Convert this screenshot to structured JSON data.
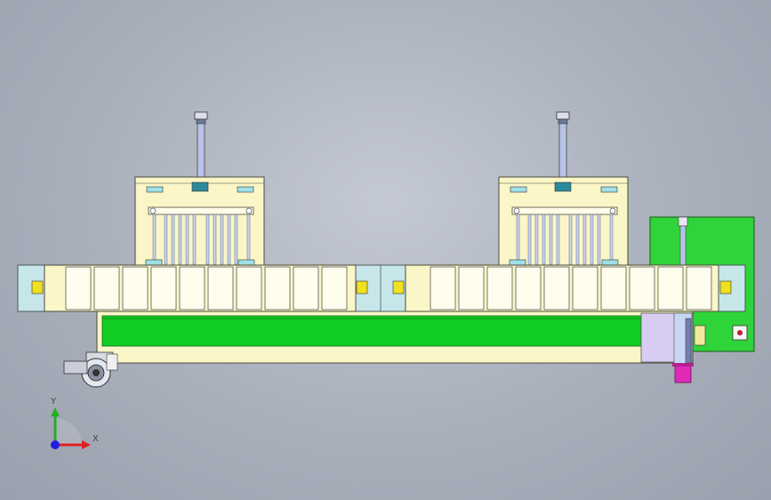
{
  "viewport": {
    "background_top": "#c4c9d3",
    "background_bottom": "#9aa0ad"
  },
  "model": {
    "description_icons": [
      "conveyor-belt",
      "cylinder-press-left",
      "cylinder-press-right",
      "gear-motor",
      "control-box",
      "pink-cylinder"
    ]
  },
  "colors": {
    "frame_yellow": "#fbf6c8",
    "frame_outline": "#4a4a3a",
    "belt_green": "#11cc22",
    "belt_dark": "#0a8a14",
    "panel_green": "#2fd33a",
    "block_teal": "#c7e6ea",
    "lavender": "#d9ccf2",
    "rod_blue": "#b9c3e8",
    "pink": "#e02ab8"
  },
  "triad": {
    "x_label": "X",
    "y_label": "Y",
    "x_color": "#e02020",
    "y_color": "#20b020",
    "z_color": "#2020e0"
  }
}
